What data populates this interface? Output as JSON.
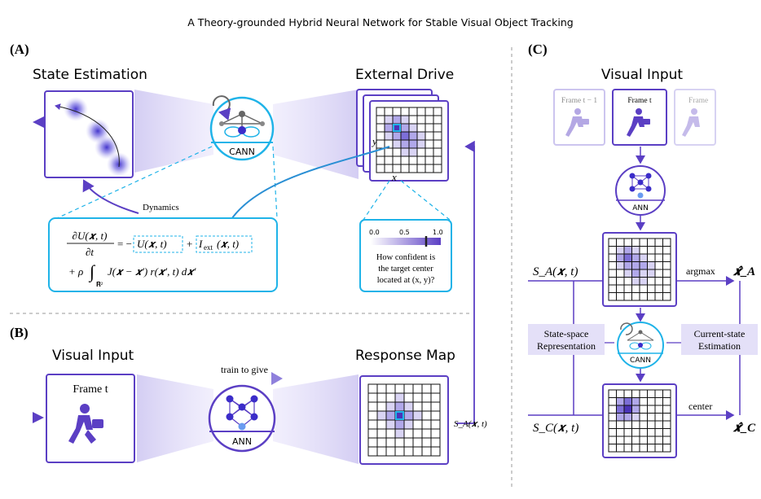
{
  "title": "A Theory-grounded Hybrid Neural Network for Stable Visual Object Tracking",
  "colors": {
    "purple": "#5b3fc4",
    "cyan": "#1fb3e8",
    "light_purple": "#ddd8f6",
    "dark": "#222222"
  },
  "panel_a": {
    "label": "(A)",
    "state_estimation": "State Estimation",
    "external_drive": "External Drive",
    "cann": "CANN",
    "dynamics": "Dynamics",
    "axis_y": "y",
    "axis_x": "x",
    "equation": {
      "lhs_num": "∂U(𝒙, t)",
      "lhs_den": "∂t",
      "eq_minus": "= −",
      "term_u": "U(𝒙, t)",
      "plus": "+",
      "term_i": "I",
      "term_i_sub": "ext",
      "term_i_args": "(𝒙, t)",
      "line2_prefix": "+ ρ",
      "integral_sub": "𝐑²",
      "line2_body": "J(𝒙 − 𝒙′) r(𝒙′, t) d𝒙′"
    },
    "confidence": {
      "scale_min": "0.0",
      "scale_mid": "0.5",
      "scale_max": "1.0",
      "question_l1": "How confident is",
      "question_l2": "the target center",
      "question_l3": "located at (x, y)?"
    }
  },
  "panel_b": {
    "label": "(B)",
    "visual_input": "Visual Input",
    "frame": "Frame t",
    "train_to_give": "train to give",
    "ann": "ANN",
    "response_map": "Response Map",
    "sa_label": "S_A(𝒙, t)"
  },
  "panel_c": {
    "label": "(C)",
    "visual_input": "Visual Input",
    "frame_prev": "Frame t − 1",
    "frame_cur": "Frame t",
    "frame_next": "Frame",
    "ann": "ANN",
    "cann": "CANN",
    "sa": "S_A(𝒙, t)",
    "sc": "S_C(𝒙, t)",
    "argmax": "argmax",
    "center": "center",
    "xa": "𝒙̂_A",
    "xc": "𝒙̂_C",
    "state_space_l1": "State-space",
    "state_space_l2": "Representation",
    "current_state_l1": "Current-state",
    "current_state_l2": "Estimation"
  },
  "grids": {
    "external_drive": [
      [
        0,
        0,
        0,
        0,
        0,
        0,
        0,
        0
      ],
      [
        0,
        1,
        2,
        1,
        0,
        0,
        0,
        0
      ],
      [
        0,
        2,
        4,
        2,
        1,
        0,
        0,
        0
      ],
      [
        0,
        1,
        2,
        3,
        2,
        1,
        0,
        0
      ],
      [
        0,
        0,
        1,
        2,
        2,
        1,
        0,
        0
      ],
      [
        0,
        0,
        0,
        1,
        1,
        0,
        0,
        0
      ],
      [
        0,
        0,
        0,
        0,
        0,
        0,
        0,
        0
      ],
      [
        0,
        0,
        0,
        0,
        0,
        0,
        0,
        0
      ]
    ],
    "response_map": [
      [
        0,
        0,
        0,
        0,
        0,
        0,
        0,
        0
      ],
      [
        0,
        0,
        0,
        1,
        0,
        0,
        0,
        0
      ],
      [
        0,
        0,
        1,
        2,
        1,
        0,
        0,
        0
      ],
      [
        0,
        1,
        2,
        4,
        2,
        1,
        0,
        0
      ],
      [
        0,
        0,
        1,
        2,
        1,
        0,
        0,
        0
      ],
      [
        0,
        0,
        0,
        1,
        0,
        0,
        0,
        0
      ],
      [
        0,
        0,
        0,
        0,
        0,
        0,
        0,
        0
      ],
      [
        0,
        0,
        0,
        0,
        0,
        0,
        0,
        0
      ]
    ],
    "c_sa": [
      [
        0,
        0,
        0,
        0,
        0,
        0,
        0,
        0
      ],
      [
        0,
        1,
        2,
        1,
        0,
        0,
        0,
        0
      ],
      [
        0,
        2,
        3,
        2,
        1,
        0,
        0,
        0
      ],
      [
        0,
        1,
        2,
        2,
        2,
        1,
        0,
        0
      ],
      [
        0,
        0,
        1,
        2,
        1,
        1,
        0,
        0
      ],
      [
        0,
        0,
        0,
        1,
        1,
        0,
        0,
        0
      ],
      [
        0,
        0,
        0,
        0,
        0,
        0,
        0,
        0
      ],
      [
        0,
        0,
        0,
        0,
        0,
        0,
        0,
        0
      ]
    ],
    "c_sc": [
      [
        0,
        0,
        0,
        0,
        0,
        0,
        0,
        0
      ],
      [
        0,
        2,
        3,
        2,
        0,
        0,
        0,
        0
      ],
      [
        0,
        3,
        4,
        2,
        0,
        0,
        0,
        0
      ],
      [
        0,
        2,
        2,
        1,
        0,
        0,
        0,
        0
      ],
      [
        0,
        0,
        0,
        0,
        0,
        0,
        0,
        0
      ],
      [
        0,
        0,
        0,
        0,
        0,
        0,
        0,
        0
      ],
      [
        0,
        0,
        0,
        0,
        0,
        0,
        0,
        0
      ],
      [
        0,
        0,
        0,
        0,
        0,
        0,
        0,
        0
      ]
    ]
  }
}
